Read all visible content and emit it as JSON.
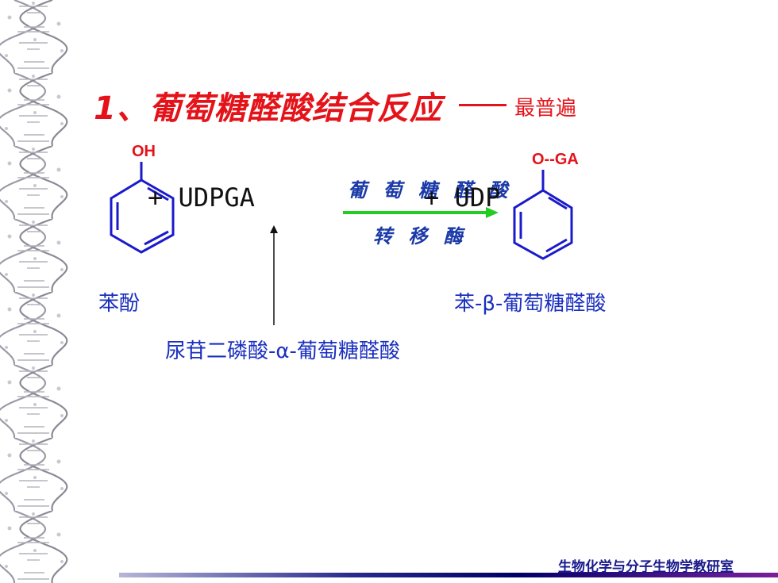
{
  "title": {
    "number": "1、",
    "main": "葡萄糖醛酸结合反应",
    "note": "最普遍"
  },
  "reaction": {
    "reactant_substituent": "OH",
    "reagent_plus": "+ UDPGA",
    "enzyme_line1": "葡 萄 糖 醛 酸",
    "enzyme_line2": "转 移 酶",
    "byproduct_plus": "+ UDP",
    "product_substituent": "O--GA",
    "arrow_color": "#22cc22",
    "ring_color": "#1a1acc"
  },
  "labels": {
    "reactant_name": "苯酚",
    "product_name": "苯-β-葡萄糖醛酸",
    "reagent_name": "尿苷二磷酸-α-葡萄糖醛酸"
  },
  "footer": {
    "text": "生物化学与分子生物学教研室"
  }
}
